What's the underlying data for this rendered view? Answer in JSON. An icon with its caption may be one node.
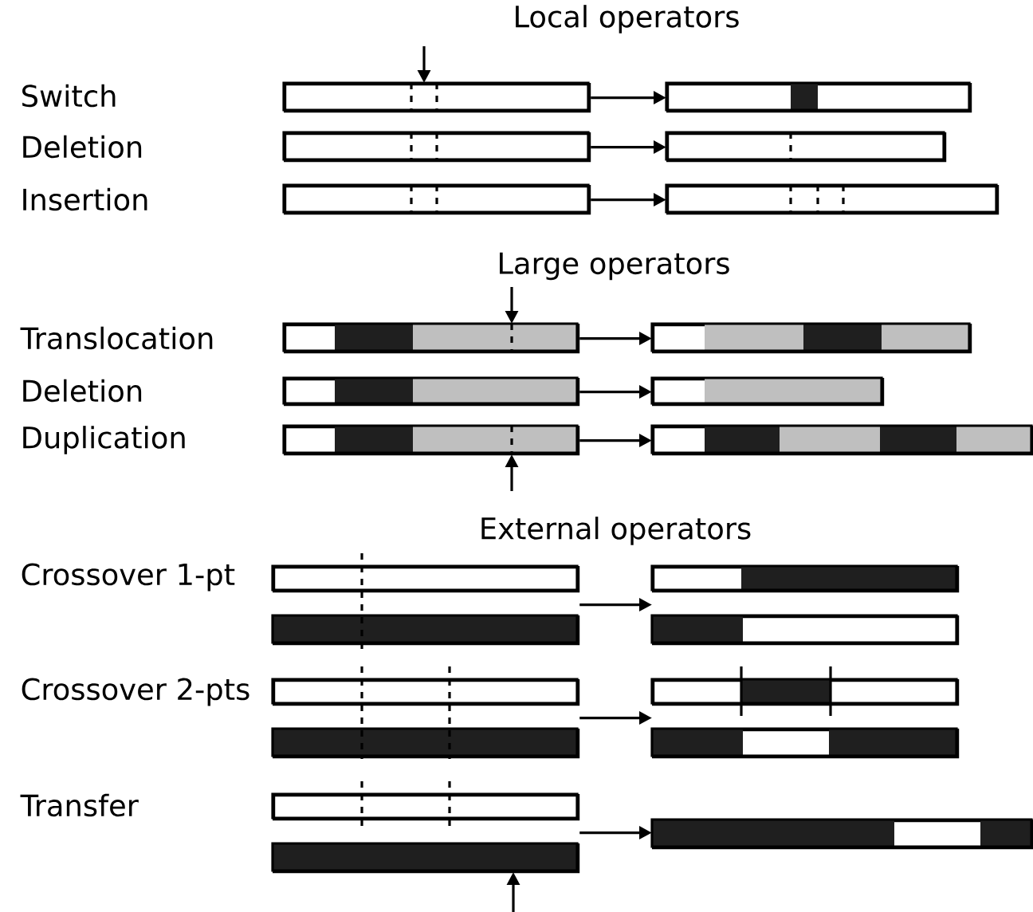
{
  "diagram": {
    "nodes": [
      {
        "text": [],
        "shape": "bar"
      },
      {
        "text": [],
        "shape": "bar"
      },
      {
        "text": [],
        "shape": "bar"
      },
      {
        "text": [],
        "shape": "bar"
      },
      {
        "text": [],
        "shape": "bar"
      },
      {
        "text": [],
        "shape": "bar"
      },
      {
        "text": [],
        "shape": "bar"
      },
      {
        "text": [],
        "shape": "bar"
      },
      {
        "text": [],
        "shape": "bar"
      },
      {
        "text": [],
        "shape": "bar"
      },
      {
        "text": [],
        "shape": "bar"
      },
      {
        "text": [],
        "shape": "bar"
      },
      {
        "text": [],
        "shape": "bar"
      },
      {
        "text": [],
        "shape": "bar"
      },
      {
        "text": [],
        "shape": "bar"
      },
      {
        "text": [],
        "shape": "bar"
      },
      {
        "text": [],
        "shape": "bar"
      },
      {
        "text": [],
        "shape": "bar"
      },
      {
        "text": [],
        "shape": "bar"
      },
      {
        "text": [],
        "shape": "bar"
      },
      {
        "text": [],
        "shape": "bar"
      },
      {
        "text": [],
        "shape": "bar"
      },
      {
        "text": [],
        "shape": "bar"
      }
    ],
    "edges": [
      {
        "from": 0,
        "to": 1,
        "arrow": "to"
      },
      {
        "from": 2,
        "to": 3,
        "arrow": "to"
      },
      {
        "from": 4,
        "to": 5,
        "arrow": "to"
      },
      {
        "from": 6,
        "to": 7,
        "arrow": "to"
      },
      {
        "from": 8,
        "to": 9,
        "arrow": "to"
      },
      {
        "from": 10,
        "to": 11,
        "arrow": "to"
      },
      {
        "from": 12,
        "to": 13,
        "arrow": "to"
      },
      {
        "from": 12,
        "to": 15,
        "arrow": "to"
      },
      {
        "from": 14,
        "to": 13,
        "arrow": "to"
      },
      {
        "from": 14,
        "to": 15,
        "arrow": "to"
      },
      {
        "from": 16,
        "to": 17,
        "arrow": "to"
      },
      {
        "from": 16,
        "to": 19,
        "arrow": "to"
      },
      {
        "from": 18,
        "to": 17,
        "arrow": "to"
      },
      {
        "from": 18,
        "to": 19,
        "arrow": "to"
      },
      {
        "from": 20,
        "to": 21,
        "arrow": "to"
      },
      {
        "from": 22,
        "to": 21,
        "arrow": "to"
      }
    ],
    "labels": [
      "Local operators",
      "Switch",
      "Deletion",
      "Insertion",
      "Large operators",
      "Translocation",
      "Deletion",
      "Duplication",
      "External operators",
      "Crossover 1-pt",
      "Crossover 2-pts",
      "Transfer"
    ]
  }
}
